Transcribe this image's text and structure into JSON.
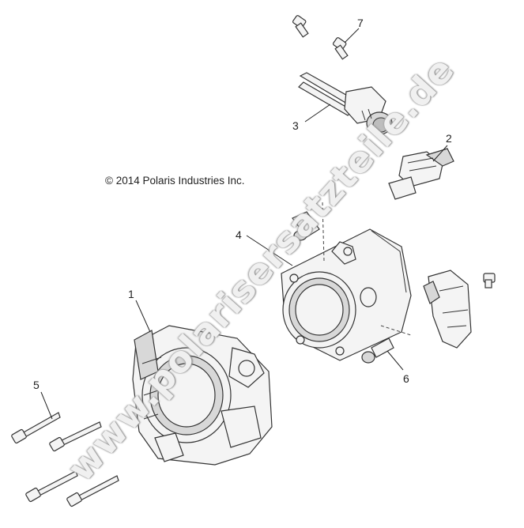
{
  "copyright": "© 2014 Polaris Industries Inc.",
  "watermark": "www.polarisersatzteile.de",
  "callouts": [
    {
      "id": "1",
      "label": "1"
    },
    {
      "id": "2",
      "label": "2"
    },
    {
      "id": "3",
      "label": "3"
    },
    {
      "id": "4",
      "label": "4"
    },
    {
      "id": "5",
      "label": "5"
    },
    {
      "id": "6",
      "label": "6"
    },
    {
      "id": "7",
      "label": "7"
    }
  ]
}
